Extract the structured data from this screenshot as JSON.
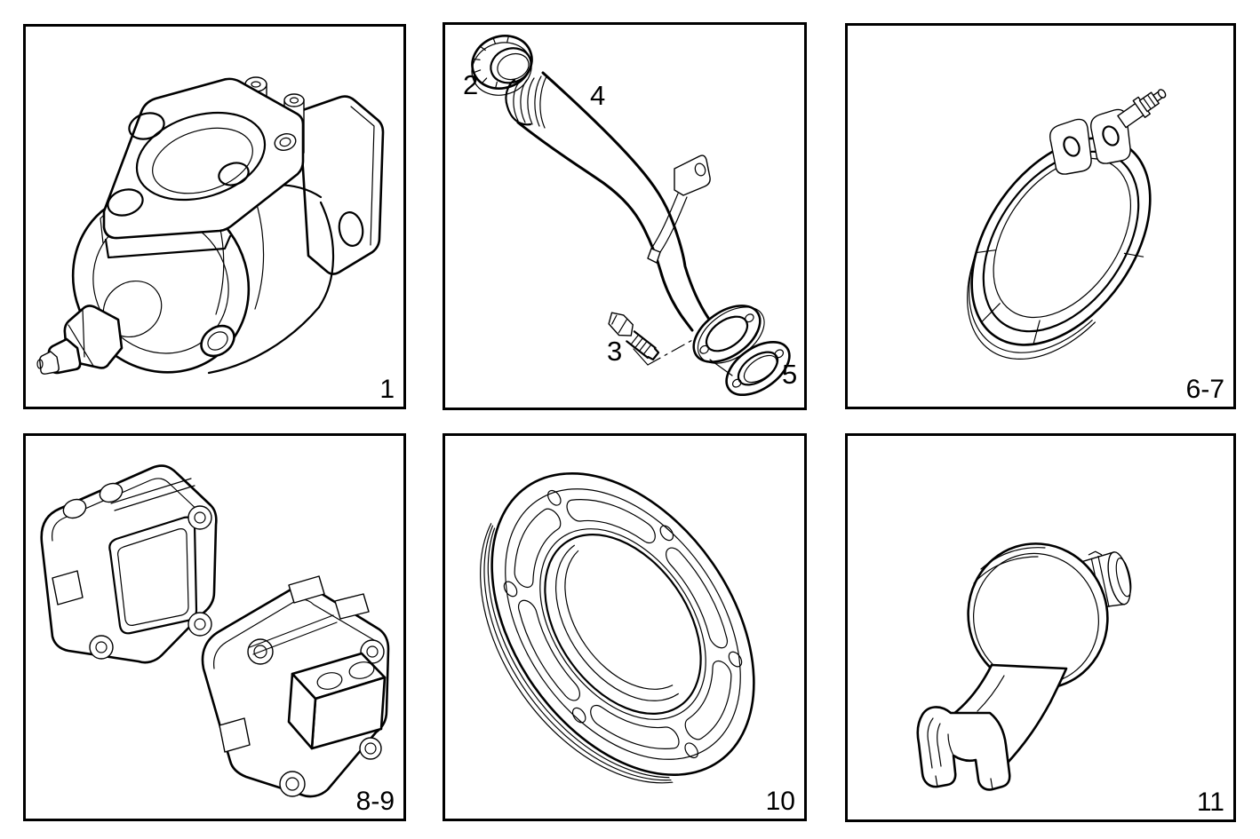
{
  "page": {
    "background_color": "#ffffff",
    "line_color": "#000000",
    "description_of_drawings": {
      "panel_1": "pump-assembly-drawing",
      "panel_2": "filler-tube-with-cap-bolt-and-gasket-drawing",
      "panel_3": "v-band-clamp-drawing",
      "panel_4": "engine-mount-brackets-drawing",
      "panel_5": "pulley-damper-ring-drawing",
      "panel_6": "valve-with-fork-bracket-drawing"
    }
  },
  "panels": [
    {
      "name": "panel-1",
      "corner_label": "1"
    },
    {
      "name": "panel-2",
      "part_labels": [
        {
          "text": "2"
        },
        {
          "text": "4"
        },
        {
          "text": "3"
        },
        {
          "text": "5"
        }
      ]
    },
    {
      "name": "panel-3",
      "corner_label": "6-7"
    },
    {
      "name": "panel-4",
      "corner_label": "8-9"
    },
    {
      "name": "panel-5",
      "corner_label": "10"
    },
    {
      "name": "panel-6",
      "corner_label": "11"
    }
  ]
}
